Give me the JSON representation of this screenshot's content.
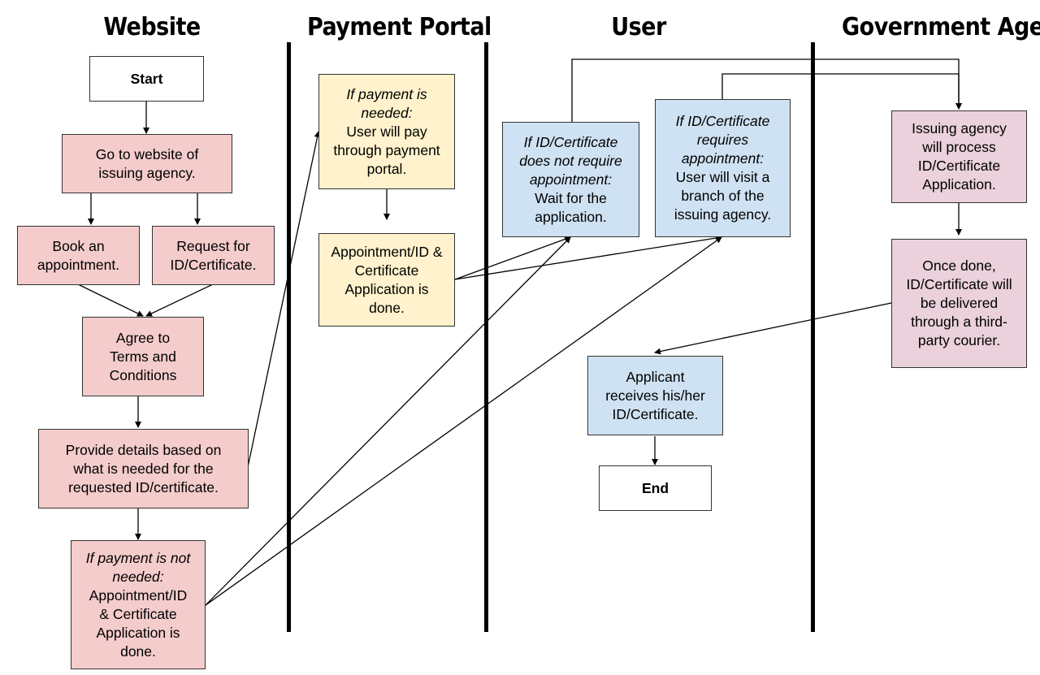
{
  "lanes": {
    "website": "Website",
    "payment": "Payment Portal",
    "user": "User",
    "government": "Government Agency"
  },
  "nodes": {
    "start": "Start",
    "go_website": "Go to website of issuing agency.",
    "book": "Book an appointment.",
    "request": "Request for ID/Certificate.",
    "terms": "Agree to Terms and Conditions",
    "details": "Provide details based on what is needed for the requested ID/certificate.",
    "not_needed_cond": "If payment is not needed:",
    "not_needed_body": "Appointment/ID & Certificate Application is done.",
    "pay_cond": "If payment is needed:",
    "pay_body": "User will pay through payment portal.",
    "pay_done": "Appointment/ID & Certificate Application is done.",
    "no_appt_cond": "If ID/Certificate does not require appointment:",
    "no_appt_body": "Wait for the application.",
    "appt_cond": "If ID/Certificate requires appointment:",
    "appt_body": "User will visit a branch of the issuing agency.",
    "process": "Issuing agency will process ID/Certificate Application.",
    "deliver": "Once done, ID/Certificate will be delivered through a third-party courier.",
    "receive": "Applicant receives his/her ID/Certificate.",
    "end": "End"
  },
  "colors": {
    "website": "#f4cccc",
    "payment": "#fff2cc",
    "user": "#cfe2f3",
    "government": "#ead1dc",
    "terminal": "#ffffff"
  }
}
